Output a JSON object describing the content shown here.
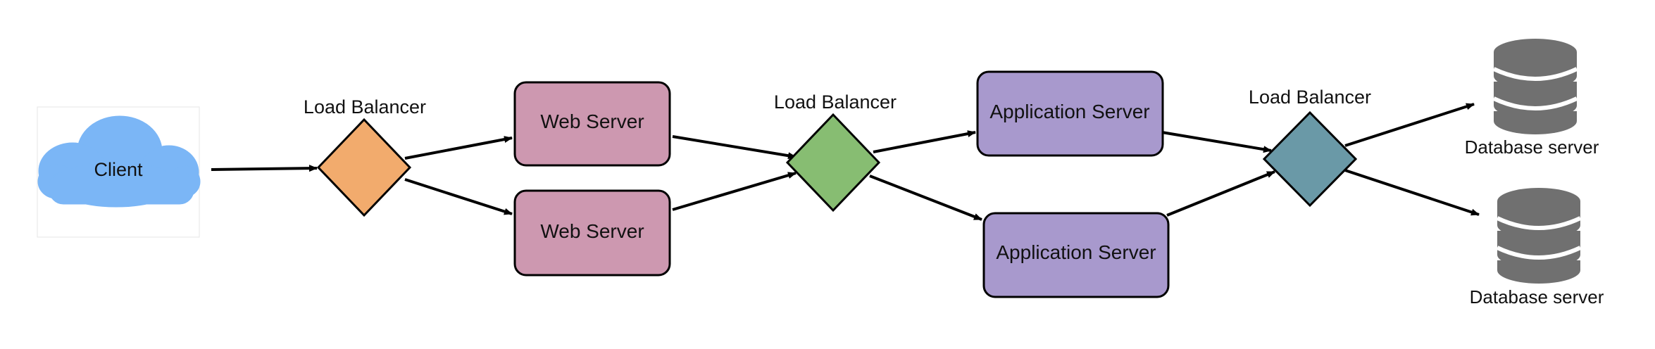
{
  "nodes": {
    "client": {
      "label": "Client",
      "color": "#7bb6f6"
    },
    "lb1": {
      "label": "Load Balancer",
      "color": "#f2ab6d"
    },
    "web1": {
      "label": "Web Server",
      "color": "#cd98b0"
    },
    "web2": {
      "label": "Web Server",
      "color": "#cd98b0"
    },
    "lb2": {
      "label": "Load Balancer",
      "color": "#87bd72"
    },
    "app1": {
      "label": "Application Server",
      "color": "#a899cd"
    },
    "app2": {
      "label": "Application Server",
      "color": "#a899cd"
    },
    "lb3": {
      "label": "Load Balancer",
      "color": "#6a99a7"
    },
    "db1": {
      "label": "Database server",
      "icon": "database-icon",
      "color": "#707070"
    },
    "db2": {
      "label": "Database server",
      "icon": "database-icon",
      "color": "#707070"
    }
  },
  "edges": [
    {
      "from": "client",
      "to": "lb1"
    },
    {
      "from": "lb1",
      "to": "web1"
    },
    {
      "from": "lb1",
      "to": "web2"
    },
    {
      "from": "web1",
      "to": "lb2"
    },
    {
      "from": "web2",
      "to": "lb2"
    },
    {
      "from": "lb2",
      "to": "app1"
    },
    {
      "from": "lb2",
      "to": "app2"
    },
    {
      "from": "app1",
      "to": "lb3"
    },
    {
      "from": "app2",
      "to": "lb3"
    },
    {
      "from": "lb3",
      "to": "db1"
    },
    {
      "from": "lb3",
      "to": "db2"
    }
  ]
}
